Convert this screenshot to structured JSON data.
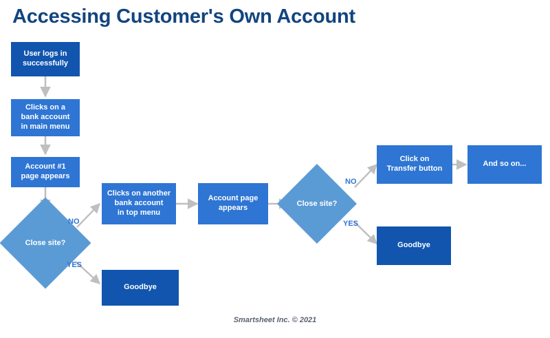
{
  "title": "Accessing Customer's Own Account",
  "footer": "Smartsheet Inc. © 2021",
  "colors": {
    "background": "#ffffff",
    "title": "#12457f",
    "node_dark": "#1155ae",
    "node_mid": "#2e75d4",
    "diamond": "#5b9bd5",
    "arrow": "#bfbfbf",
    "edge_label": "#2e75d4",
    "node_text": "#ffffff",
    "footer_text": "#5a6272"
  },
  "nodes": [
    {
      "id": "login",
      "label": "User logs in successfully",
      "shape": "rect",
      "fill": "dark"
    },
    {
      "id": "click-main",
      "label": "Clicks on a bank account in main menu",
      "shape": "rect",
      "fill": "mid"
    },
    {
      "id": "account1",
      "label": "Account #1 page appears",
      "shape": "rect",
      "fill": "mid"
    },
    {
      "id": "decision1",
      "label": "Close site?",
      "shape": "diamond",
      "fill": "diamond"
    },
    {
      "id": "goodbye1",
      "label": "Goodbye",
      "shape": "rect",
      "fill": "dark"
    },
    {
      "id": "click-top",
      "label": "Clicks on another bank account in top menu",
      "shape": "rect",
      "fill": "mid"
    },
    {
      "id": "account-page",
      "label": "Account page appears",
      "shape": "rect",
      "fill": "mid"
    },
    {
      "id": "decision2",
      "label": "Close site?",
      "shape": "diamond",
      "fill": "diamond"
    },
    {
      "id": "transfer",
      "label": "Click on Transfer button",
      "shape": "rect",
      "fill": "mid"
    },
    {
      "id": "and-so-on",
      "label": "And so on...",
      "shape": "rect",
      "fill": "mid"
    },
    {
      "id": "goodbye2",
      "label": "Goodbye",
      "shape": "rect",
      "fill": "dark"
    }
  ],
  "node_text": {
    "login": {
      "lines": [
        "User logs in",
        "successfully"
      ]
    },
    "click_main": {
      "lines": [
        "Clicks on a",
        "bank account",
        "in main menu"
      ]
    },
    "account1": {
      "lines": [
        "Account #1",
        "page appears"
      ]
    },
    "decision1": {
      "text": "Close site?"
    },
    "goodbye1": {
      "text": "Goodbye"
    },
    "click_top": {
      "lines": [
        "Clicks on another",
        "bank account",
        "in top menu"
      ]
    },
    "account_page": {
      "lines": [
        "Account page",
        "appears"
      ]
    },
    "decision2": {
      "text": "Close site?"
    },
    "transfer": {
      "lines": [
        "Click on",
        "Transfer button"
      ]
    },
    "and_so_on": {
      "text": "And so on..."
    },
    "goodbye2": {
      "text": "Goodbye"
    }
  },
  "edge_labels": {
    "d1_no": "NO",
    "d1_yes": "YES",
    "d2_no": "NO",
    "d2_yes": "YES"
  },
  "edges": [
    {
      "from": "login",
      "to": "click-main",
      "label": ""
    },
    {
      "from": "click-main",
      "to": "account1",
      "label": ""
    },
    {
      "from": "account1",
      "to": "decision1",
      "label": ""
    },
    {
      "from": "decision1",
      "to": "click-top",
      "label": "NO"
    },
    {
      "from": "decision1",
      "to": "goodbye1",
      "label": "YES"
    },
    {
      "from": "click-top",
      "to": "account-page",
      "label": ""
    },
    {
      "from": "account-page",
      "to": "decision2",
      "label": ""
    },
    {
      "from": "decision2",
      "to": "transfer",
      "label": "NO"
    },
    {
      "from": "decision2",
      "to": "goodbye2",
      "label": "YES"
    },
    {
      "from": "transfer",
      "to": "and-so-on",
      "label": ""
    }
  ]
}
